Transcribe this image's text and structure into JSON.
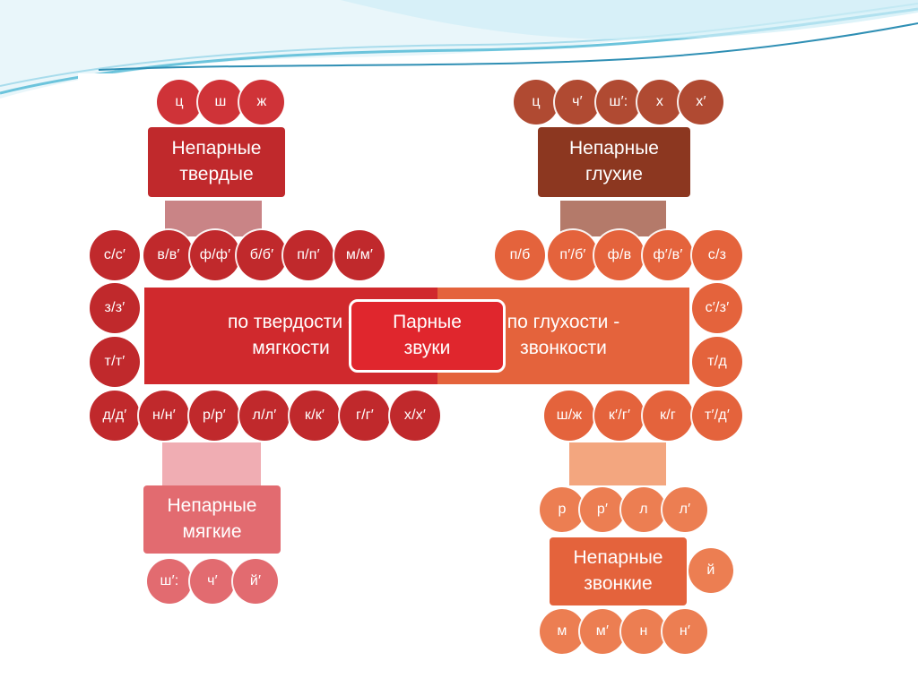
{
  "boxes": {
    "unpaired_hard": "Непарные\nтвердые",
    "unpaired_voiceless": "Непарные\nглухие",
    "by_hardness": "по твердости -\nмягкости",
    "paired": "Парные\nзвуки",
    "by_voicing": "по глухости -\nзвонкости",
    "unpaired_soft": "Непарные\nмягкие",
    "unpaired_voiced": "Непарные\nзвонкие"
  },
  "hard_top": [
    "ц",
    "ш",
    "ж"
  ],
  "voiceless_top": [
    "ц",
    "ч′",
    "ш′:",
    "х",
    "х′"
  ],
  "hardness_row1": [
    "с/с′",
    "в/в′",
    "ф/ф′",
    "б/б′",
    "п/п′",
    "м/м′"
  ],
  "hardness_left": [
    "з/з′",
    "т/т′"
  ],
  "hardness_row2": [
    "д/д′",
    "н/н′",
    "р/р′",
    "л/л′",
    "к/к′",
    "г/г′",
    "х/х′"
  ],
  "voicing_row1": [
    "п/б",
    "п′/б′",
    "ф/в",
    "ф′/в′",
    "с/з"
  ],
  "voicing_right": [
    "с′/з′",
    "т/д"
  ],
  "voicing_row2": [
    "ш/ж",
    "к′/г′",
    "к/г",
    "т′/д′"
  ],
  "soft_bottom": [
    "ш′:",
    "ч′",
    "й′"
  ],
  "voiced_top": [
    "р",
    "р′",
    "л",
    "л′"
  ],
  "voiced_side": [
    "й"
  ],
  "voiced_bottom": [
    "м",
    "м′",
    "н",
    "н′"
  ],
  "colors": {
    "hard": "#c0292c",
    "voiceless": "#8c3720",
    "paired": "#e0262d",
    "voicing": "#e4633c",
    "soft": "#e26b70",
    "voiced": "#ec7e52"
  }
}
